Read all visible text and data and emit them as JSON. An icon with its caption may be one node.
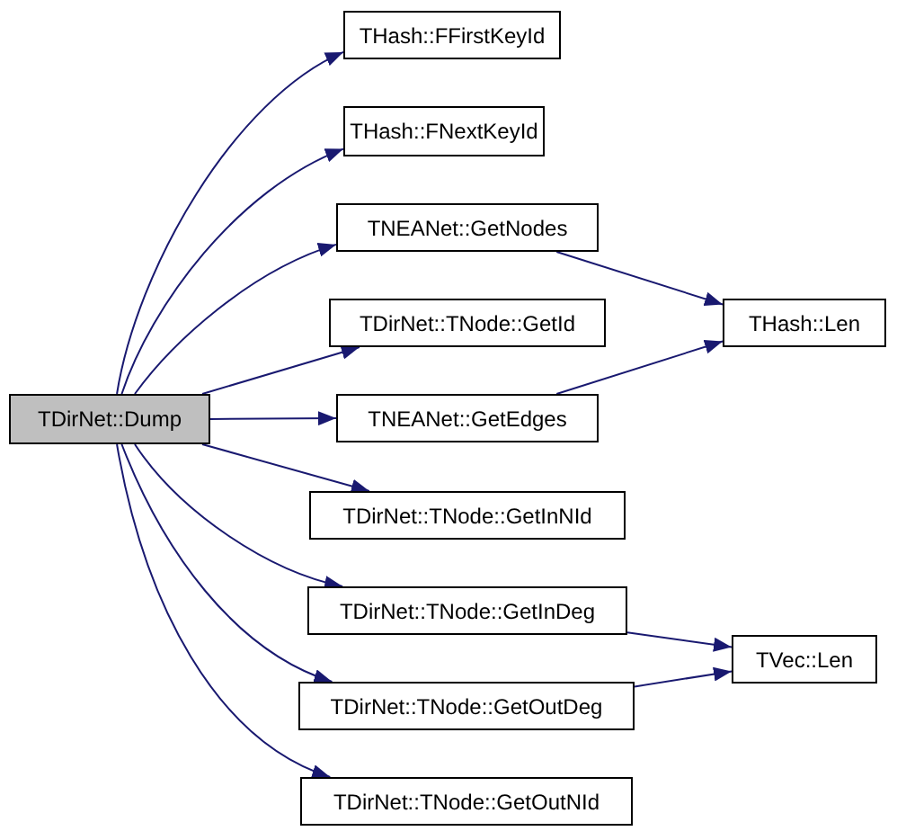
{
  "diagram": {
    "nodes": [
      {
        "text": [
          "TDirNet::Dump"
        ]
      },
      {
        "text": [
          "THash::FFirstKeyId"
        ]
      },
      {
        "text": [
          "THash::FNextKeyId"
        ]
      },
      {
        "text": [
          "TNEANet::GetNodes"
        ]
      },
      {
        "text": [
          "TDirNet::TNode::GetId"
        ]
      },
      {
        "text": [
          "TNEANet::GetEdges"
        ]
      },
      {
        "text": [
          "TDirNet::TNode::GetInNId"
        ]
      },
      {
        "text": [
          "TDirNet::TNode::GetInDeg"
        ]
      },
      {
        "text": [
          "TDirNet::TNode::GetOutDeg"
        ]
      },
      {
        "text": [
          "TDirNet::TNode::GetOutNId"
        ]
      },
      {
        "text": [
          "THash::Len"
        ]
      },
      {
        "text": [
          "TVec::Len"
        ]
      }
    ],
    "edges": [
      {
        "from": 0,
        "to": 1,
        "arrow": "to"
      },
      {
        "from": 0,
        "to": 2,
        "arrow": "to"
      },
      {
        "from": 0,
        "to": 3,
        "arrow": "to"
      },
      {
        "from": 0,
        "to": 4,
        "arrow": "to"
      },
      {
        "from": 0,
        "to": 5,
        "arrow": "to"
      },
      {
        "from": 0,
        "to": 6,
        "arrow": "to"
      },
      {
        "from": 0,
        "to": 7,
        "arrow": "to"
      },
      {
        "from": 0,
        "to": 8,
        "arrow": "to"
      },
      {
        "from": 0,
        "to": 9,
        "arrow": "to"
      },
      {
        "from": 3,
        "to": 10,
        "arrow": "to"
      },
      {
        "from": 5,
        "to": 10,
        "arrow": "to"
      },
      {
        "from": 7,
        "to": 11,
        "arrow": "to"
      },
      {
        "from": 8,
        "to": 11,
        "arrow": "to"
      }
    ]
  }
}
